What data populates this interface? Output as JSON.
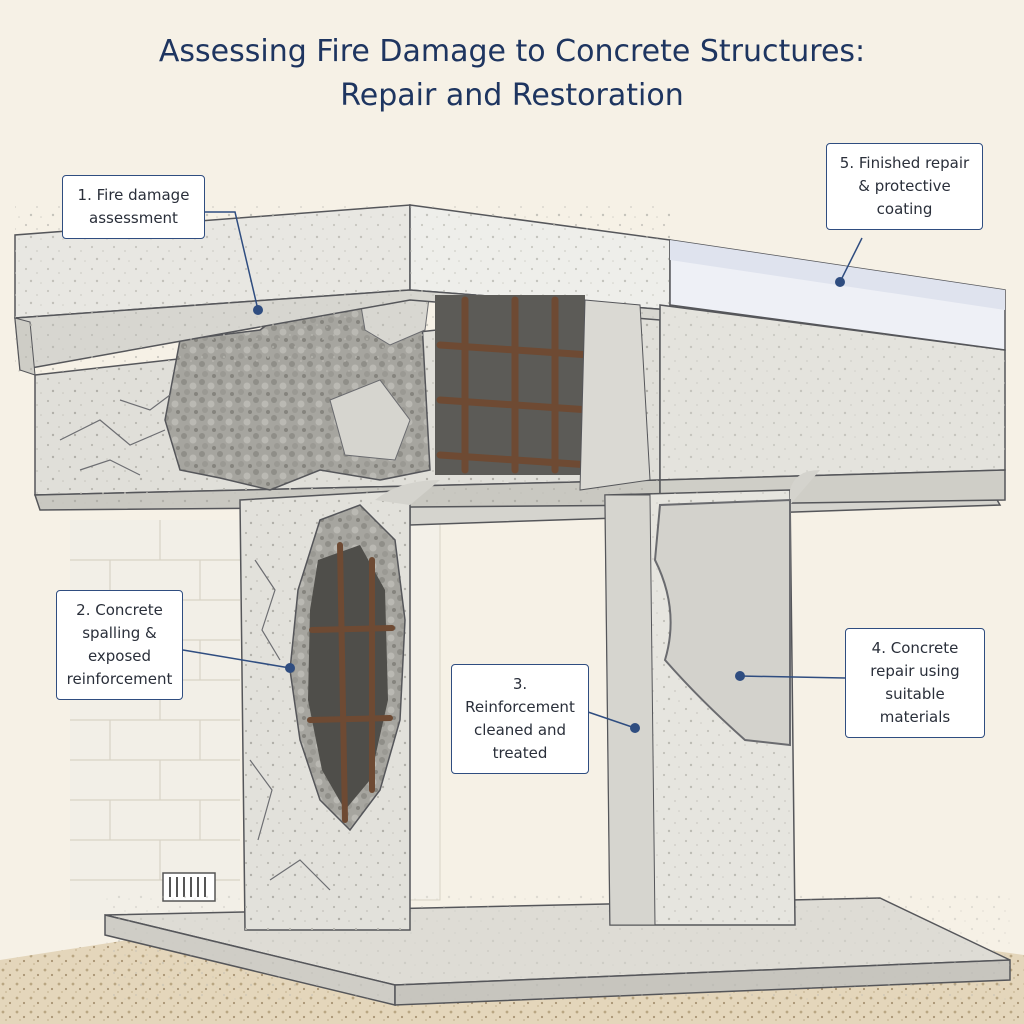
{
  "title": {
    "line1": "Assessing Fire Damage to Concrete Structures:",
    "line2": "Repair and Restoration"
  },
  "callouts": [
    {
      "id": 1,
      "label": "1. Fire damage assessment",
      "lines": [
        "1. Fire damage",
        "assessment"
      ]
    },
    {
      "id": 2,
      "label": "2. Concrete spalling & exposed reinforcement",
      "lines": [
        "2. Concrete",
        "spalling &",
        "exposed",
        "reinforcement"
      ]
    },
    {
      "id": 3,
      "label": "3. Reinforcement cleaned and treated",
      "lines": [
        "3. Reinforcement",
        "cleaned and",
        "treated"
      ]
    },
    {
      "id": 4,
      "label": "4. Concrete repair using suitable materials",
      "lines": [
        "4. Concrete",
        "repair using",
        "suitable",
        "materials"
      ]
    },
    {
      "id": 5,
      "label": "5. Finished repair & protective coating",
      "lines": [
        "5. Finished repair",
        "& protective",
        "coating"
      ]
    }
  ],
  "colors": {
    "accent": "#2f4d80",
    "title": "#1e3560",
    "background": "#f6f1e6",
    "concrete": "#e3e2dc",
    "damaged_concrete": "#a9a8a2",
    "rebar": "#6e4a33"
  }
}
